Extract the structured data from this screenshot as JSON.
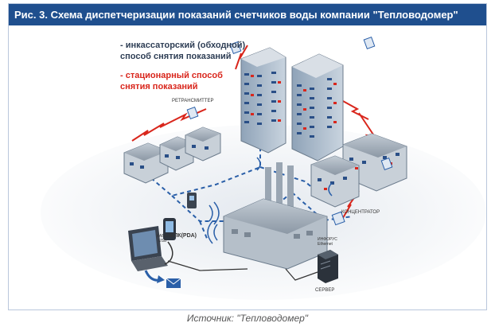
{
  "figure": {
    "title": "Рис. 3. Схема диспетчеризации показаний счетчиков воды компании \"Тепловодомер\"",
    "source": "Источник: \"Тепловодомер\""
  },
  "legend": {
    "manual_line1": "- инкассаторский (обходной)",
    "manual_line2": "способ снятия показаний",
    "stationary_line1": "- стационарный способ",
    "stationary_line2": "снятия показаний"
  },
  "labels": {
    "retransmitter": "РЕТРАНСМИТТЕР",
    "concentrator": "КОНЦЕНТРАТОР",
    "pda": "КПК(PDA)",
    "usb_cable_line1": "КАБЕЛЬ",
    "usb_cable_line2": "USB",
    "ethernet_line1": "ИНФОРУС",
    "ethernet_line2": "Ethernet",
    "server": "СЕРВЕР"
  },
  "colors": {
    "title_bg": "#1f4f8e",
    "manual_text": "#2e3e55",
    "stationary_text": "#d9261c",
    "manual_link": "#2a5fa8",
    "stationary_link": "#d9261c"
  },
  "icons": [
    "email-icon",
    "send-arrow-icon",
    "wifi-waves-icon"
  ]
}
